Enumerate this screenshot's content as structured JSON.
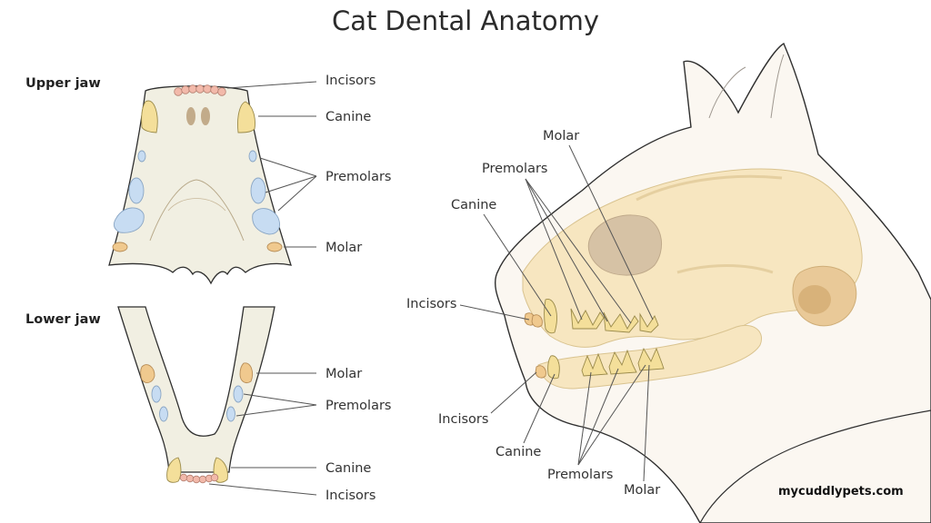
{
  "title": "Cat Dental Anatomy",
  "upper_jaw": {
    "heading": "Upper jaw",
    "labels": {
      "incisors": "Incisors",
      "canine": "Canine",
      "premolars": "Premolars",
      "molar": "Molar"
    }
  },
  "lower_jaw": {
    "heading": "Lower jaw",
    "labels": {
      "molar": "Molar",
      "premolars": "Premolars",
      "canine": "Canine",
      "incisors": "Incisors"
    }
  },
  "skull": {
    "upper_labels": {
      "molar": "Molar",
      "premolars": "Premolars",
      "canine": "Canine",
      "incisors": "Incisors"
    },
    "lower_labels": {
      "incisors": "Incisors",
      "canine": "Canine",
      "premolars": "Premolars",
      "molar": "Molar"
    }
  },
  "watermark": "mycuddlypets.com",
  "colors": {
    "canine": "#f4df9a",
    "premolar": "#c7dcf2",
    "molar": "#f0c98e",
    "incisor": "#f2b9aa",
    "bone": "#f1efe2",
    "skull": "#f7e6c0"
  }
}
